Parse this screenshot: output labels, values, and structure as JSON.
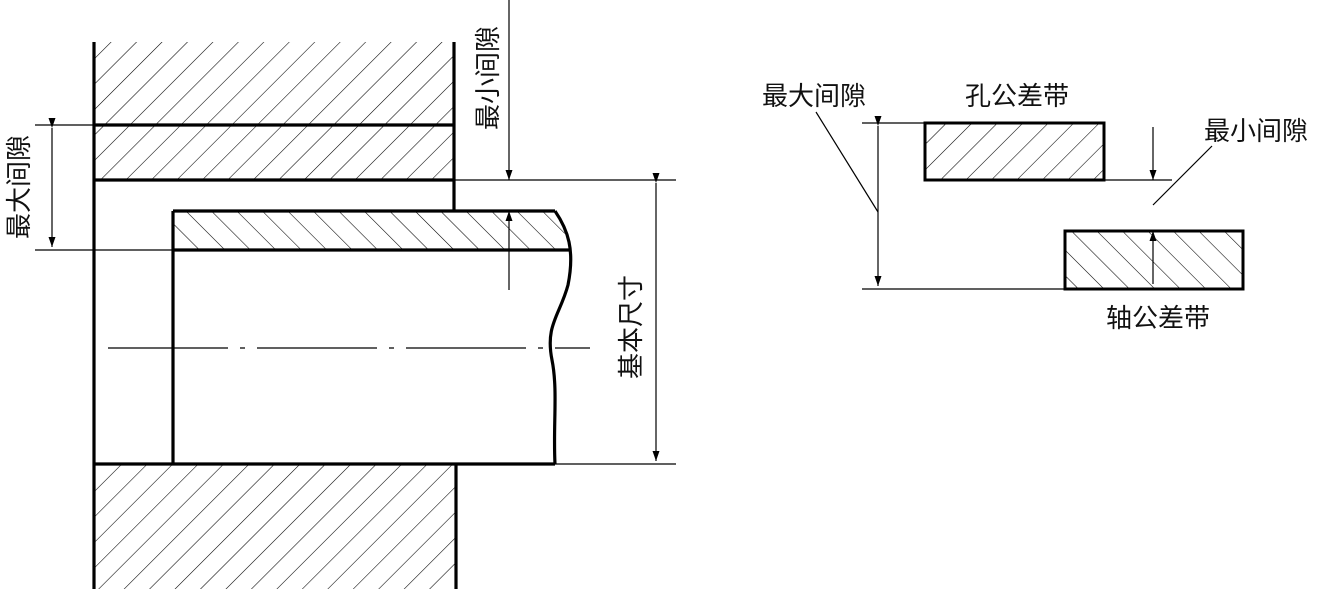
{
  "left_figure": {
    "max_clearance": "最大间隙",
    "min_clearance": "最小间隙",
    "basic_size": "基本尺寸"
  },
  "right_figure": {
    "max_clearance": "最大间隙",
    "hole_zone": "孔公差带",
    "min_clearance": "最小间隙",
    "shaft_zone": "轴公差带"
  },
  "colors": {
    "line": "#000000",
    "background": "#ffffff"
  }
}
